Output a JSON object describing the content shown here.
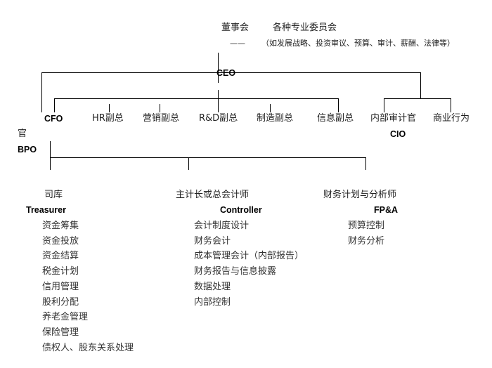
{
  "board": {
    "label": "董事会",
    "committees": "各种专业委员会",
    "dash": "——",
    "committees_note": "（如发展战略、投资审议、预算、审计、薪酬、法律等）"
  },
  "ceo": "CEO",
  "executives": [
    {
      "label": "CFO"
    },
    {
      "label": "HR副总"
    },
    {
      "label": "营销副总"
    },
    {
      "label": "R&D副总"
    },
    {
      "label": "制造副总"
    },
    {
      "label": "信息副总"
    },
    {
      "label": "内部审计官"
    },
    {
      "label": "商业行为"
    }
  ],
  "cio": "CIO",
  "left_extra": {
    "guan": "官",
    "bpo": "BPO"
  },
  "departments": [
    {
      "title": "司库",
      "en": "Treasurer",
      "items": [
        "资金筹集",
        "资金投放",
        "资金结算",
        "税金计划",
        "信用管理",
        "股利分配",
        "养老金管理",
        "保险管理",
        "债权人、股东关系处理"
      ]
    },
    {
      "title": "主计长或总会计师",
      "en": "Controller",
      "items": [
        "会计制度设计",
        "财务会计",
        "成本管理会计（内部报告）",
        "财务报告与信息披露",
        "数据处理",
        "内部控制"
      ]
    },
    {
      "title": "财务计划与分析师",
      "en": "FP&A",
      "items": [
        "预算控制",
        "财务分析"
      ]
    }
  ]
}
